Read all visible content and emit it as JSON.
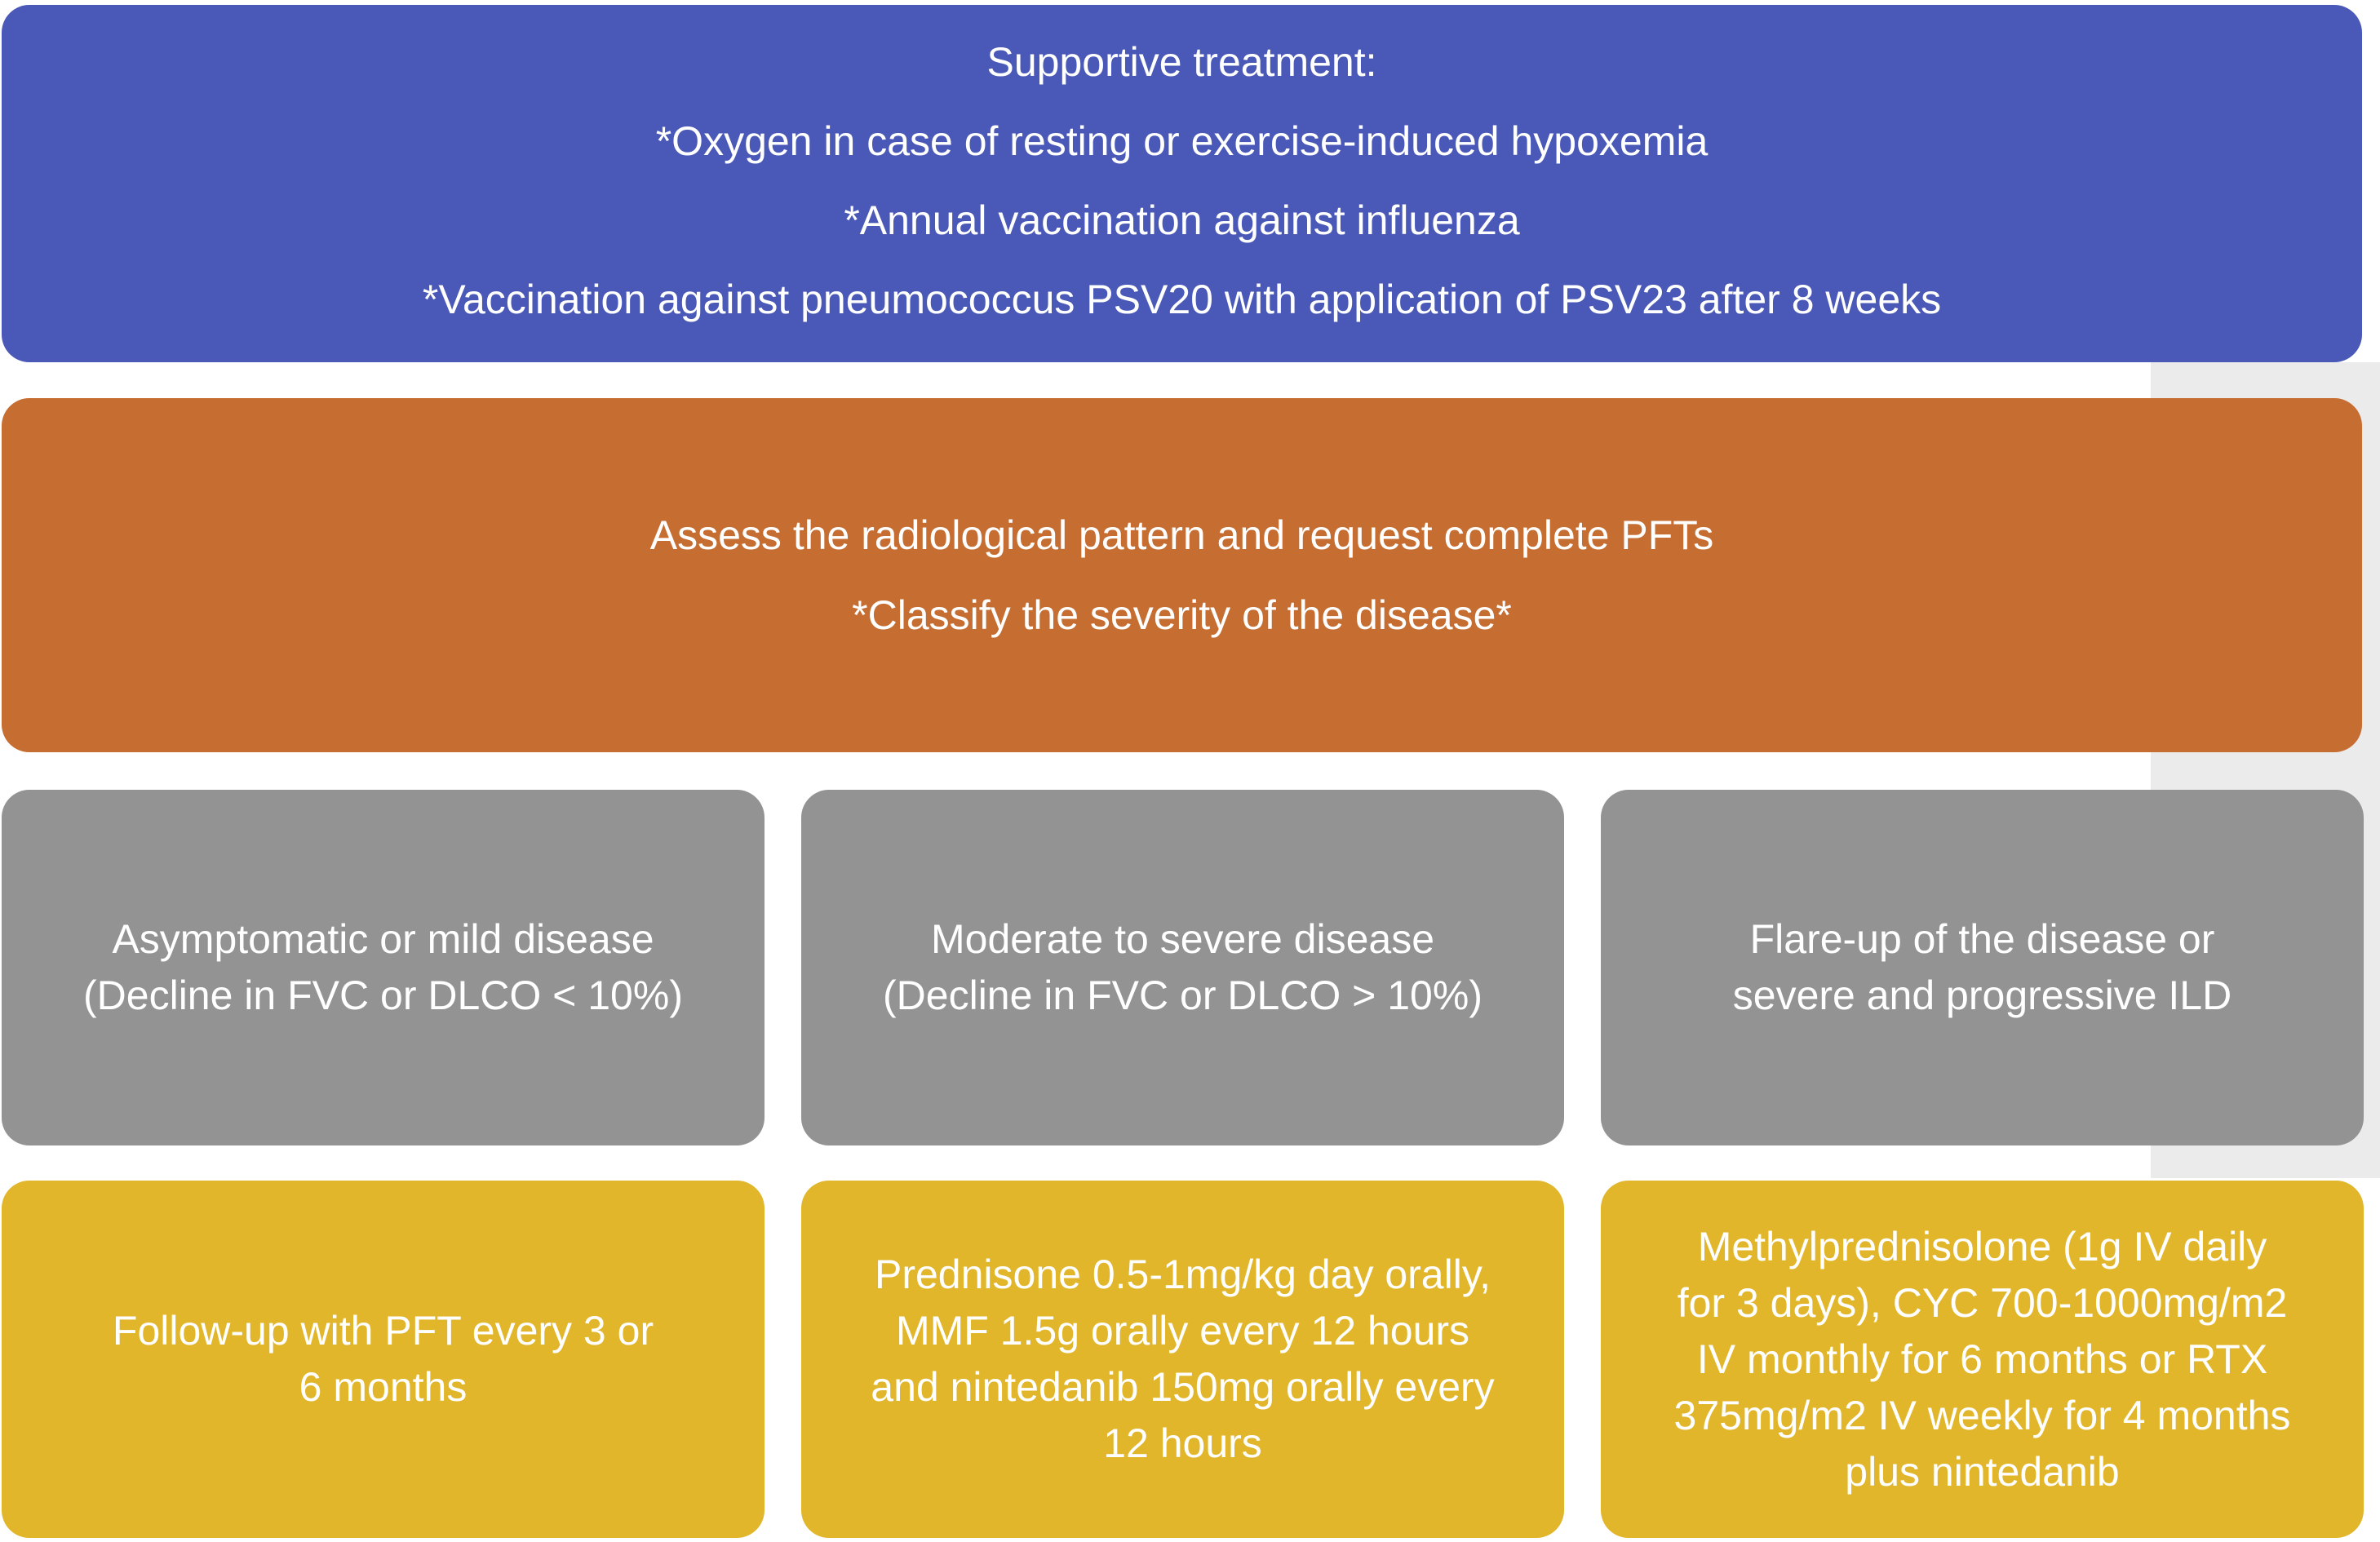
{
  "colors": {
    "supportive": "#4a59b7",
    "assessment": "#c66d31",
    "severity": "#939393",
    "treatment": "#e1b62b",
    "text": "#ffffff"
  },
  "supportive": {
    "lines": [
      "Supportive treatment:",
      "*Oxygen in case of resting or exercise-induced hypoxemia",
      "*Annual vaccination against influenza",
      "*Vaccination against pneumococcus PSV20 with application of PSV23 after 8 weeks"
    ]
  },
  "assessment": {
    "lines": [
      "Assess the radiological pattern and request complete PFTs",
      "*Classify the severity of the disease*"
    ]
  },
  "severity": [
    {
      "lines": [
        "Asymptomatic or mild disease",
        "(Decline in FVC or DLCO < 10%)"
      ]
    },
    {
      "lines": [
        "Moderate to severe disease",
        "(Decline in FVC or DLCO > 10%)"
      ]
    },
    {
      "lines": [
        "Flare-up of the disease or",
        "severe and progressive ILD"
      ]
    }
  ],
  "treatment": [
    {
      "lines": [
        "Follow-up with PFT every 3 or",
        "6 months"
      ]
    },
    {
      "lines": [
        "Prednisone 0.5-1mg/kg day orally,",
        "MMF 1.5g orally every 12 hours",
        "and nintedanib 150mg orally every",
        "12 hours"
      ]
    },
    {
      "lines": [
        "Methylprednisolone (1g IV daily",
        "for 3 days), CYC 700-1000mg/m2",
        "IV monthly for 6 months or RTX",
        "375mg/m2 IV weekly for 4 months",
        "plus nintedanib"
      ]
    }
  ]
}
